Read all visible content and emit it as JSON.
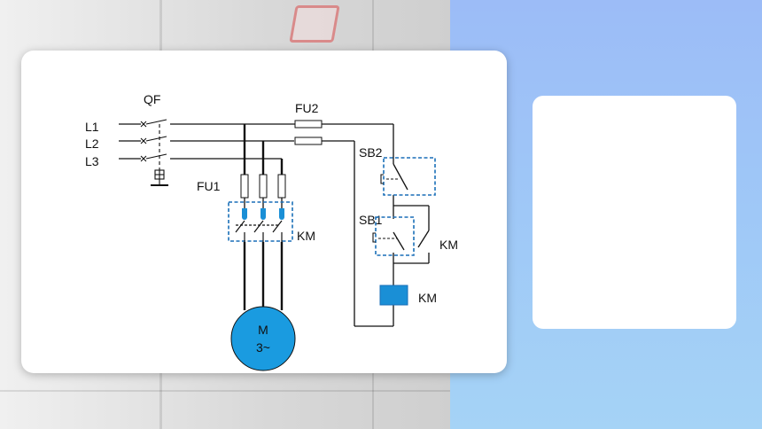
{
  "diagram": {
    "labels": {
      "qf": "QF",
      "l1": "L1",
      "l2": "L2",
      "l3": "L3",
      "fu1": "FU1",
      "fu2": "FU2",
      "km_contacts": "KM",
      "sb2": "SB2",
      "sb1": "SB1",
      "km_aux": "KM",
      "km_coil": "KM",
      "motor_line1": "M",
      "motor_line2": "3~"
    },
    "colors": {
      "wire": "#111111",
      "dashed_box": "#1a6fb8",
      "coil": "#1a8fd6",
      "motor": "#1a9be0"
    }
  },
  "icons": [
    "background-photo",
    "blank-card"
  ]
}
